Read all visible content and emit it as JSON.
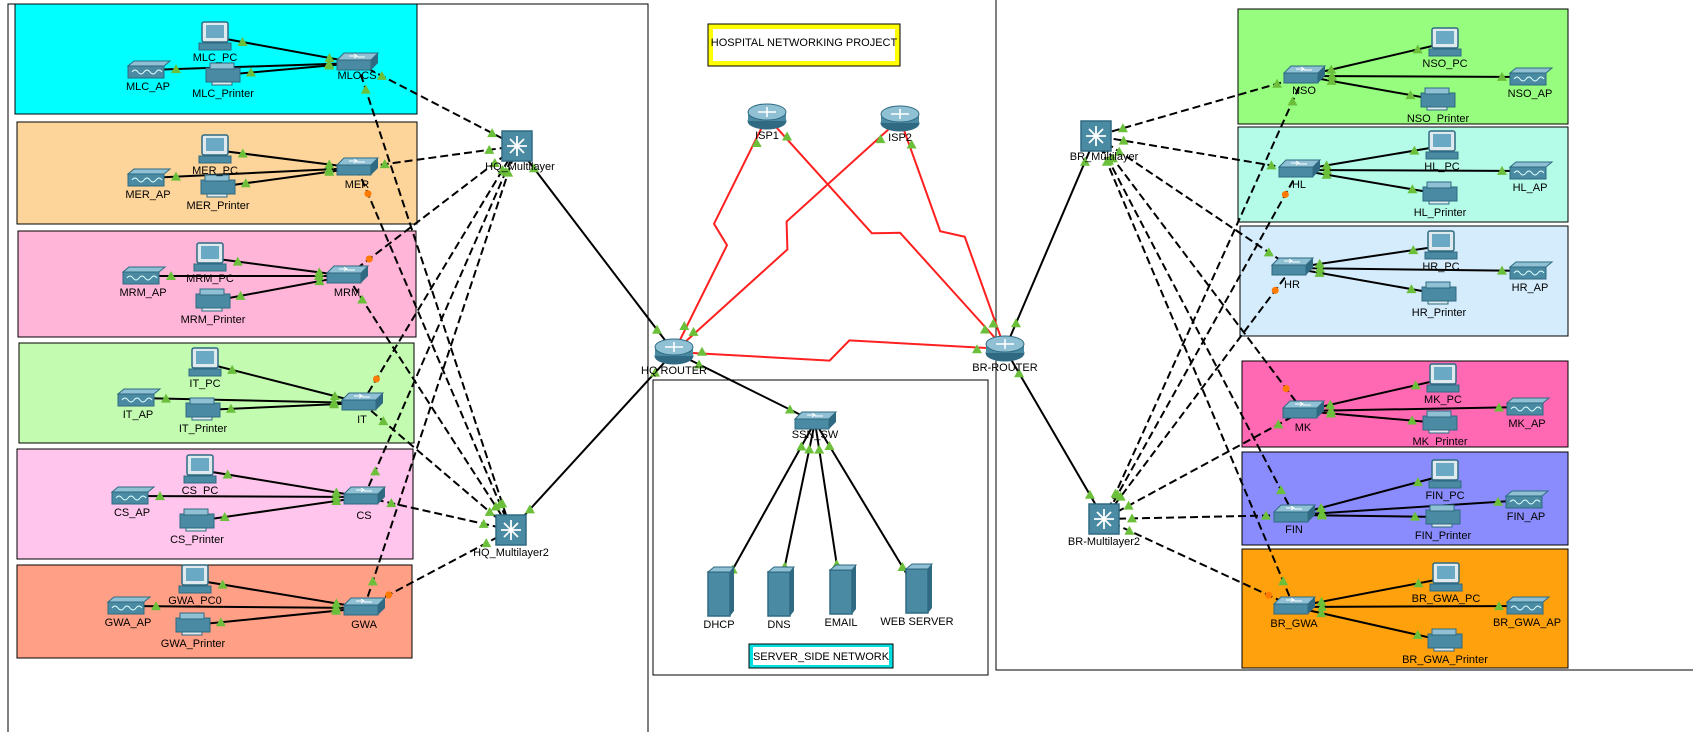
{
  "notes": {
    "project_title": "HOSPITAL NETWORKING PROJECT",
    "server_note": "SERVER_SIDE NETWORK"
  },
  "colors": {
    "mlc": "#00ffff",
    "mer": "#fdd49a",
    "mrm": "#ffb5d8",
    "it": "#c3fcb1",
    "cs": "#ffc5ec",
    "gwa": "#ffa086",
    "nso": "#96fd7e",
    "hl": "#b5fce8",
    "hr": "#d4ecfc",
    "mk": "#ff69b4",
    "fin": "#8a8cfd",
    "brgwa": "#ffa10c",
    "device": "#4a8aa3",
    "device_dark": "#2f6a82",
    "serial": "#ff2020",
    "copper": "#000000",
    "up": "#6bbf3a",
    "down": "#ff7a00",
    "title_border": "#ffff00",
    "server_note_border": "#00e0e0"
  },
  "areas": [
    "mlc",
    "mer",
    "mrm",
    "it",
    "cs",
    "gwa",
    "nso",
    "hl",
    "hr",
    "mk",
    "fin",
    "brgwa",
    "hq_zone",
    "server_zone",
    "br_zone"
  ],
  "devices": [
    {
      "id": "mlc_pc",
      "type": "pc",
      "label": "MLC_PC"
    },
    {
      "id": "mlc_ap",
      "type": "ap",
      "label": "MLC_AP"
    },
    {
      "id": "mlc_pr",
      "type": "printer",
      "label": "MLC_Printer"
    },
    {
      "id": "mlc_sw",
      "type": "switch",
      "label": "MLOCS"
    },
    {
      "id": "mer_pc",
      "type": "pc",
      "label": "MER_PC"
    },
    {
      "id": "mer_ap",
      "type": "ap",
      "label": "MER_AP"
    },
    {
      "id": "mer_pr",
      "type": "printer",
      "label": "MER_Printer"
    },
    {
      "id": "mer_sw",
      "type": "switch",
      "label": "MER"
    },
    {
      "id": "mrm_pc",
      "type": "pc",
      "label": "MRM_PC"
    },
    {
      "id": "mrm_ap",
      "type": "ap",
      "label": "MRM_AP"
    },
    {
      "id": "mrm_pr",
      "type": "printer",
      "label": "MRM_Printer"
    },
    {
      "id": "mrm_sw",
      "type": "switch",
      "label": "MRM"
    },
    {
      "id": "it_pc",
      "type": "pc",
      "label": "IT_PC"
    },
    {
      "id": "it_ap",
      "type": "ap",
      "label": "IT_AP"
    },
    {
      "id": "it_pr",
      "type": "printer",
      "label": "IT_Printer"
    },
    {
      "id": "it_sw",
      "type": "switch",
      "label": "IT"
    },
    {
      "id": "cs_pc",
      "type": "pc",
      "label": "CS_PC"
    },
    {
      "id": "cs_ap",
      "type": "ap",
      "label": "CS_AP"
    },
    {
      "id": "cs_pr",
      "type": "printer",
      "label": "CS_Printer"
    },
    {
      "id": "cs_sw",
      "type": "switch",
      "label": "CS"
    },
    {
      "id": "gwa_pc",
      "type": "pc",
      "label": "GWA_PC0"
    },
    {
      "id": "gwa_ap",
      "type": "ap",
      "label": "GWA_AP"
    },
    {
      "id": "gwa_pr",
      "type": "printer",
      "label": "GWA_Printer"
    },
    {
      "id": "gwa_sw",
      "type": "switch",
      "label": "GWA"
    },
    {
      "id": "hq_ml1",
      "type": "multilayer",
      "label": "HQ_Multilayer"
    },
    {
      "id": "hq_ml2",
      "type": "multilayer",
      "label": "HQ_Multilayer2"
    },
    {
      "id": "hq_r",
      "type": "router",
      "label": "HQ ROUTER"
    },
    {
      "id": "isp1",
      "type": "router",
      "label": "ISP1"
    },
    {
      "id": "isp2",
      "type": "router",
      "label": "ISP2"
    },
    {
      "id": "br_r",
      "type": "router",
      "label": "BR-ROUTER"
    },
    {
      "id": "ssn_sw",
      "type": "switch",
      "label": "SSN_SW"
    },
    {
      "id": "dhcp",
      "type": "server",
      "label": "DHCP"
    },
    {
      "id": "dns",
      "type": "server",
      "label": "DNS"
    },
    {
      "id": "email",
      "type": "server",
      "label": "EMAIL"
    },
    {
      "id": "web",
      "type": "server",
      "label": "WEB SERVER"
    },
    {
      "id": "br_ml1",
      "type": "multilayer",
      "label": "BR_Multilayer"
    },
    {
      "id": "br_ml2",
      "type": "multilayer",
      "label": "BR-Multilayer2"
    },
    {
      "id": "nso_sw",
      "type": "switch",
      "label": "NSO"
    },
    {
      "id": "nso_pc",
      "type": "pc",
      "label": "NSO_PC"
    },
    {
      "id": "nso_ap",
      "type": "ap",
      "label": "NSO_AP"
    },
    {
      "id": "nso_pr",
      "type": "printer",
      "label": "NSO_Printer"
    },
    {
      "id": "hl_sw",
      "type": "switch",
      "label": "HL"
    },
    {
      "id": "hl_pc",
      "type": "pc",
      "label": "HL_PC"
    },
    {
      "id": "hl_ap",
      "type": "ap",
      "label": "HL_AP"
    },
    {
      "id": "hl_pr",
      "type": "printer",
      "label": "HL_Printer"
    },
    {
      "id": "hr_sw",
      "type": "switch",
      "label": "HR"
    },
    {
      "id": "hr_pc",
      "type": "pc",
      "label": "HR_PC"
    },
    {
      "id": "hr_ap",
      "type": "ap",
      "label": "HR_AP"
    },
    {
      "id": "hr_pr",
      "type": "printer",
      "label": "HR_Printer"
    },
    {
      "id": "mk_sw",
      "type": "switch",
      "label": "MK"
    },
    {
      "id": "mk_pc",
      "type": "pc",
      "label": "MK_PC"
    },
    {
      "id": "mk_ap",
      "type": "ap",
      "label": "MK_AP"
    },
    {
      "id": "mk_pr",
      "type": "printer",
      "label": "MK_Printer"
    },
    {
      "id": "fin_sw",
      "type": "switch",
      "label": "FIN"
    },
    {
      "id": "fin_pc",
      "type": "pc",
      "label": "FIN_PC"
    },
    {
      "id": "fin_ap",
      "type": "ap",
      "label": "FIN_AP"
    },
    {
      "id": "fin_pr",
      "type": "printer",
      "label": "FIN_Printer"
    },
    {
      "id": "brgwa_sw",
      "type": "switch",
      "label": "BR_GWA"
    },
    {
      "id": "brgwa_pc",
      "type": "pc",
      "label": "BR_GWA_PC"
    },
    {
      "id": "brgwa_ap",
      "type": "ap",
      "label": "BR_GWA_AP"
    },
    {
      "id": "brgwa_pr",
      "type": "printer",
      "label": "BR_GWA_Printer"
    }
  ],
  "links": [
    {
      "a": "mlc_pc",
      "b": "mlc_sw",
      "kind": "copper"
    },
    {
      "a": "mlc_ap",
      "b": "mlc_sw",
      "kind": "copper"
    },
    {
      "a": "mlc_pr",
      "b": "mlc_sw",
      "kind": "copper"
    },
    {
      "a": "mer_pc",
      "b": "mer_sw",
      "kind": "copper"
    },
    {
      "a": "mer_ap",
      "b": "mer_sw",
      "kind": "copper"
    },
    {
      "a": "mer_pr",
      "b": "mer_sw",
      "kind": "copper"
    },
    {
      "a": "mrm_pc",
      "b": "mrm_sw",
      "kind": "copper"
    },
    {
      "a": "mrm_ap",
      "b": "mrm_sw",
      "kind": "copper"
    },
    {
      "a": "mrm_pr",
      "b": "mrm_sw",
      "kind": "copper"
    },
    {
      "a": "it_pc",
      "b": "it_sw",
      "kind": "copper"
    },
    {
      "a": "it_ap",
      "b": "it_sw",
      "kind": "copper"
    },
    {
      "a": "it_pr",
      "b": "it_sw",
      "kind": "copper"
    },
    {
      "a": "cs_pc",
      "b": "cs_sw",
      "kind": "copper"
    },
    {
      "a": "cs_ap",
      "b": "cs_sw",
      "kind": "copper"
    },
    {
      "a": "cs_pr",
      "b": "cs_sw",
      "kind": "copper"
    },
    {
      "a": "gwa_pc",
      "b": "gwa_sw",
      "kind": "copper"
    },
    {
      "a": "gwa_ap",
      "b": "gwa_sw",
      "kind": "copper"
    },
    {
      "a": "gwa_pr",
      "b": "gwa_sw",
      "kind": "copper"
    },
    {
      "a": "mlc_sw",
      "b": "hq_ml1",
      "kind": "trunk"
    },
    {
      "a": "mer_sw",
      "b": "hq_ml1",
      "kind": "trunk"
    },
    {
      "a": "mrm_sw",
      "b": "hq_ml1",
      "kind": "trunk"
    },
    {
      "a": "it_sw",
      "b": "hq_ml1",
      "kind": "trunk"
    },
    {
      "a": "cs_sw",
      "b": "hq_ml1",
      "kind": "trunk"
    },
    {
      "a": "gwa_sw",
      "b": "hq_ml1",
      "kind": "trunk"
    },
    {
      "a": "mlc_sw",
      "b": "hq_ml2",
      "kind": "trunk"
    },
    {
      "a": "mer_sw",
      "b": "hq_ml2",
      "kind": "trunk"
    },
    {
      "a": "mrm_sw",
      "b": "hq_ml2",
      "kind": "trunk"
    },
    {
      "a": "it_sw",
      "b": "hq_ml2",
      "kind": "trunk"
    },
    {
      "a": "cs_sw",
      "b": "hq_ml2",
      "kind": "trunk"
    },
    {
      "a": "gwa_sw",
      "b": "hq_ml2",
      "kind": "trunk"
    },
    {
      "a": "hq_ml1",
      "b": "hq_r",
      "kind": "copper"
    },
    {
      "a": "hq_ml2",
      "b": "hq_r",
      "kind": "copper"
    },
    {
      "a": "hq_r",
      "b": "isp1",
      "kind": "serial"
    },
    {
      "a": "hq_r",
      "b": "isp2",
      "kind": "serial"
    },
    {
      "a": "br_r",
      "b": "isp1",
      "kind": "serial"
    },
    {
      "a": "br_r",
      "b": "isp2",
      "kind": "serial"
    },
    {
      "a": "hq_r",
      "b": "br_r",
      "kind": "serial"
    },
    {
      "a": "hq_r",
      "b": "ssn_sw",
      "kind": "copper"
    },
    {
      "a": "ssn_sw",
      "b": "dhcp",
      "kind": "copper"
    },
    {
      "a": "ssn_sw",
      "b": "dns",
      "kind": "copper"
    },
    {
      "a": "ssn_sw",
      "b": "email",
      "kind": "copper"
    },
    {
      "a": "ssn_sw",
      "b": "web",
      "kind": "copper"
    },
    {
      "a": "br_r",
      "b": "br_ml1",
      "kind": "copper"
    },
    {
      "a": "br_r",
      "b": "br_ml2",
      "kind": "copper"
    },
    {
      "a": "nso_pc",
      "b": "nso_sw",
      "kind": "copper"
    },
    {
      "a": "nso_ap",
      "b": "nso_sw",
      "kind": "copper"
    },
    {
      "a": "nso_pr",
      "b": "nso_sw",
      "kind": "copper"
    },
    {
      "a": "hl_pc",
      "b": "hl_sw",
      "kind": "copper"
    },
    {
      "a": "hl_ap",
      "b": "hl_sw",
      "kind": "copper"
    },
    {
      "a": "hl_pr",
      "b": "hl_sw",
      "kind": "copper"
    },
    {
      "a": "hr_pc",
      "b": "hr_sw",
      "kind": "copper"
    },
    {
      "a": "hr_ap",
      "b": "hr_sw",
      "kind": "copper"
    },
    {
      "a": "hr_pr",
      "b": "hr_sw",
      "kind": "copper"
    },
    {
      "a": "mk_pc",
      "b": "mk_sw",
      "kind": "copper"
    },
    {
      "a": "mk_ap",
      "b": "mk_sw",
      "kind": "copper"
    },
    {
      "a": "mk_pr",
      "b": "mk_sw",
      "kind": "copper"
    },
    {
      "a": "fin_pc",
      "b": "fin_sw",
      "kind": "copper"
    },
    {
      "a": "fin_ap",
      "b": "fin_sw",
      "kind": "copper"
    },
    {
      "a": "fin_pr",
      "b": "fin_sw",
      "kind": "copper"
    },
    {
      "a": "brgwa_pc",
      "b": "brgwa_sw",
      "kind": "copper"
    },
    {
      "a": "brgwa_ap",
      "b": "brgwa_sw",
      "kind": "copper"
    },
    {
      "a": "brgwa_pr",
      "b": "brgwa_sw",
      "kind": "copper"
    },
    {
      "a": "nso_sw",
      "b": "br_ml1",
      "kind": "trunk"
    },
    {
      "a": "hl_sw",
      "b": "br_ml1",
      "kind": "trunk"
    },
    {
      "a": "hr_sw",
      "b": "br_ml1",
      "kind": "trunk"
    },
    {
      "a": "mk_sw",
      "b": "br_ml1",
      "kind": "trunk"
    },
    {
      "a": "fin_sw",
      "b": "br_ml1",
      "kind": "trunk"
    },
    {
      "a": "brgwa_sw",
      "b": "br_ml1",
      "kind": "trunk"
    },
    {
      "a": "nso_sw",
      "b": "br_ml2",
      "kind": "trunk"
    },
    {
      "a": "hl_sw",
      "b": "br_ml2",
      "kind": "trunk"
    },
    {
      "a": "hr_sw",
      "b": "br_ml2",
      "kind": "trunk"
    },
    {
      "a": "mk_sw",
      "b": "br_ml2",
      "kind": "trunk"
    },
    {
      "a": "fin_sw",
      "b": "br_ml2",
      "kind": "trunk"
    },
    {
      "a": "brgwa_sw",
      "b": "br_ml2",
      "kind": "trunk"
    }
  ]
}
